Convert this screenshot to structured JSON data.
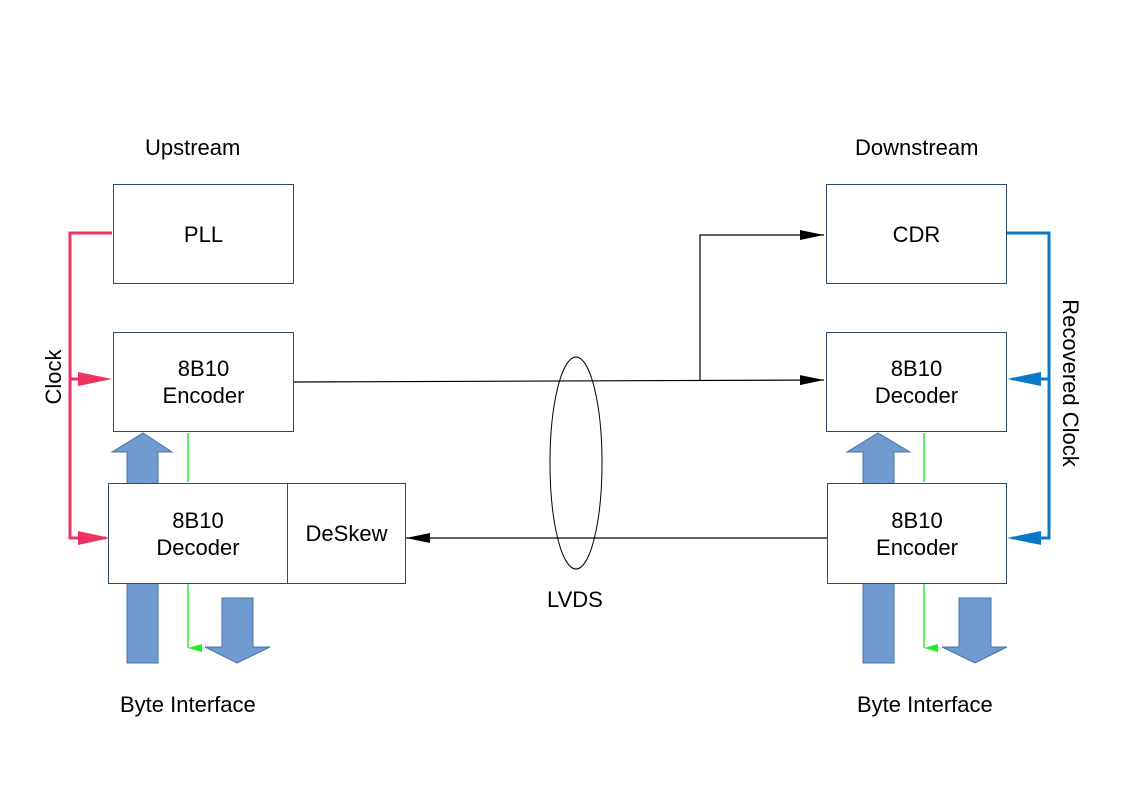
{
  "labels": {
    "upstream": "Upstream",
    "downstream": "Downstream",
    "clock": "Clock",
    "recovered_clock": "Recovered Clock",
    "lvds": "LVDS",
    "byte_interface_left": "Byte Interface",
    "byte_interface_right": "Byte Interface"
  },
  "blocks": {
    "pll": "PLL",
    "up_encoder": [
      "8B10",
      "Encoder"
    ],
    "up_decoder": [
      "8B10",
      "Decoder"
    ],
    "deskew": "DeSkew",
    "cdr": "CDR",
    "down_decoder": [
      "8B10",
      "Decoder"
    ],
    "down_encoder": [
      "8B10",
      "Encoder"
    ]
  },
  "colors": {
    "clock": "#f0325f",
    "recovered_clock": "#0a78c8",
    "data_arrow": "#6f9bd0",
    "byte_line": "#22ee22",
    "box_border": "#2c4a6e",
    "signal": "#000000"
  }
}
